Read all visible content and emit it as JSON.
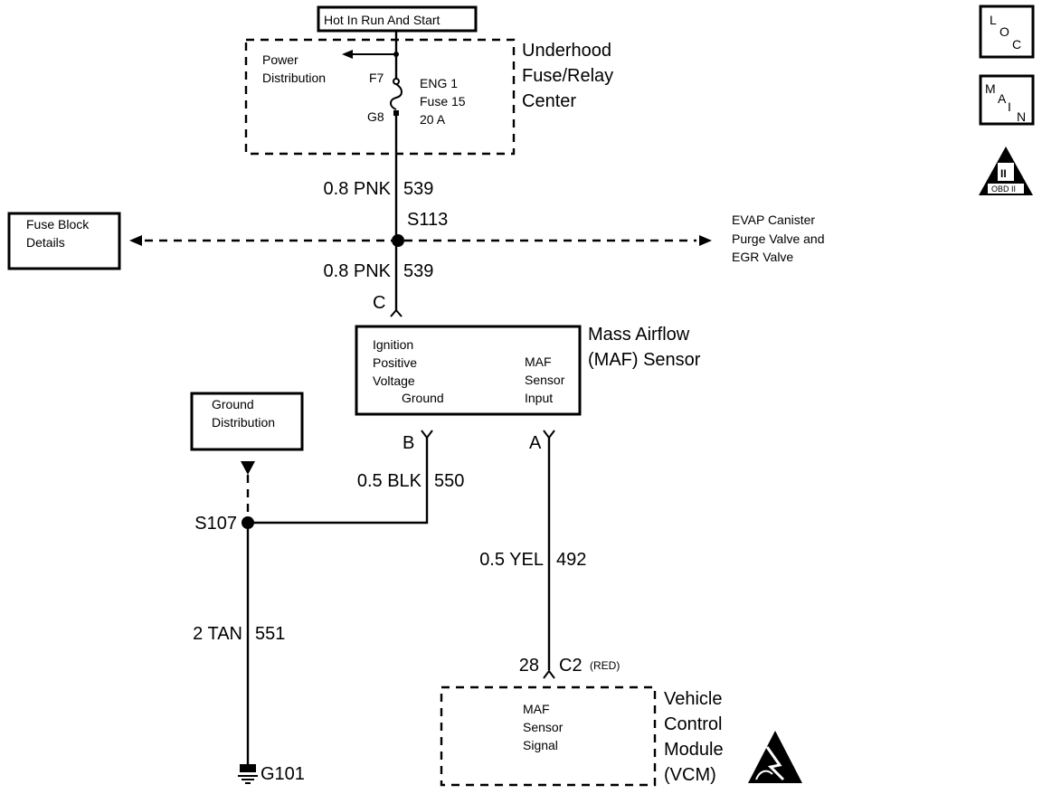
{
  "header": {
    "hot_in_run_start": "Hot In Run And Start"
  },
  "fuse_center": {
    "title_line1": "Underhood",
    "title_line2": "Fuse/Relay",
    "title_line3": "Center",
    "power_line1": "Power",
    "power_line2": "Distribution",
    "pin_top": "F7",
    "pin_bottom": "G8",
    "fuse_line1": "ENG 1",
    "fuse_line2": "Fuse 15",
    "fuse_line3": "20 A"
  },
  "icons": {
    "loc_l": "L",
    "loc_o": "O",
    "loc_c": "C",
    "main_m": "M",
    "main_a": "A",
    "main_i": "I",
    "main_n": "N",
    "obd_numeral": "II",
    "obd_text": "OBD II"
  },
  "wires": {
    "upper_pnk_gauge": "0.8 PNK",
    "upper_pnk_circuit": "539",
    "lower_pnk_gauge": "0.8 PNK",
    "lower_pnk_circuit": "539",
    "blk_gauge": "0.5 BLK",
    "blk_circuit": "550",
    "yel_gauge": "0.5 YEL",
    "yel_circuit": "492",
    "tan_gauge": "2 TAN",
    "tan_circuit": "551"
  },
  "splices": {
    "s113": "S113",
    "s107": "S107"
  },
  "fuse_block": {
    "line1": "Fuse Block",
    "line2": "Details"
  },
  "evap": {
    "line1": "EVAP Canister",
    "line2": "Purge Valve and",
    "line3": "EGR Valve"
  },
  "maf": {
    "title_line1": "Mass Airflow",
    "title_line2": "(MAF) Sensor",
    "pin_c": "C",
    "pin_b": "B",
    "pin_a": "A",
    "ign_line1": "Ignition",
    "ign_line2": "Positive",
    "ign_line3": "Voltage",
    "ground": "Ground",
    "input_line1": "MAF",
    "input_line2": "Sensor",
    "input_line3": "Input"
  },
  "ground_dist": {
    "line1": "Ground",
    "line2": "Distribution"
  },
  "ground": {
    "label": "G101"
  },
  "vcm": {
    "pin_number": "28",
    "connector": "C2",
    "connector_color": "(RED)",
    "signal_line1": "MAF",
    "signal_line2": "Sensor",
    "signal_line3": "Signal",
    "title_line1": "Vehicle",
    "title_line2": "Control",
    "title_line3": "Module",
    "title_line4": "(VCM)"
  }
}
